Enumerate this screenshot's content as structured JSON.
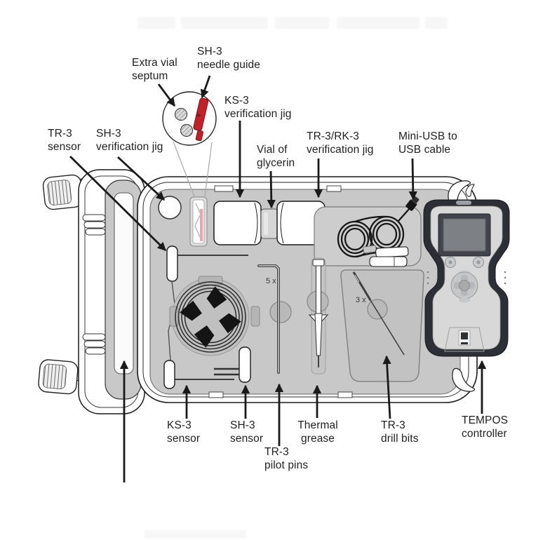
{
  "figure": {
    "type": "equipment-case-diagram",
    "counts": {
      "pilot_pins": "5 x",
      "drill_bits": "3 x"
    },
    "labels": {
      "extra_vial_septum": "Extra vial\nseptum",
      "sh3_needle_guide": "SH-3\nneedle guide",
      "ks3_verification_jig": "KS-3\nverification jig",
      "vial_of_glycerin": "Vial of\nglycerin",
      "tr3_rk3_verification_jig": "TR-3/RK-3\nverification jig",
      "mini_usb_to_usb_cable": "Mini-USB to\nUSB cable",
      "tr3_sensor": "TR-3\nsensor",
      "sh3_verification_jig": "SH-3\nverification jig",
      "ks3_sensor": "KS-3\nsensor",
      "sh3_sensor": "SH-3\nsensor",
      "tr3_pilot_pins": "TR-3\npilot pins",
      "thermal_grease": "Thermal\ngrease",
      "tr3_drill_bits": "TR-3\ndrill bits",
      "tempos_controller": "TEMPOS\ncontroller"
    },
    "colors": {
      "foam": "#c8c8c8",
      "needle_guide_red": "#c4202a",
      "controller_bumper": "#2c3036",
      "label_text": "#1f1f1f"
    }
  }
}
